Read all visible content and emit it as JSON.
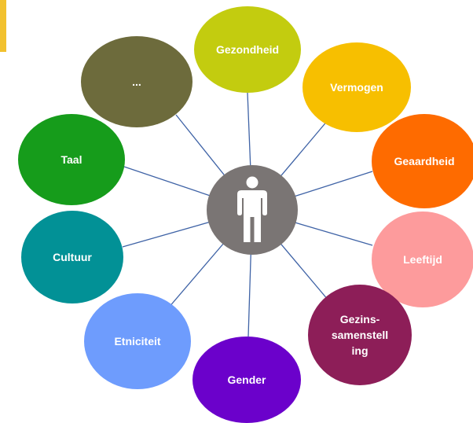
{
  "diagram": {
    "center": {
      "icon": "person-icon",
      "color": "#7a7574"
    },
    "accent_color": "#f2c12e",
    "connector_color": "#3f63a6",
    "nodes": [
      {
        "id": "gezondheid",
        "label": "Gezondheid",
        "color": "#c3cc0f"
      },
      {
        "id": "vermogen",
        "label": "Vermogen",
        "color": "#f7bf00"
      },
      {
        "id": "geaardheid",
        "label": "Geaardheid",
        "color": "#fe6b00"
      },
      {
        "id": "leeftijd",
        "label": "Leeftijd",
        "color": "#fd9b9c"
      },
      {
        "id": "gezins",
        "label_lines": [
          "Gezins-",
          "samenstell",
          "ing"
        ],
        "color": "#8d1e58"
      },
      {
        "id": "gender",
        "label": "Gender",
        "color": "#6b01cb"
      },
      {
        "id": "etniciteit",
        "label": "Etniciteit",
        "color": "#6e9cfd"
      },
      {
        "id": "cultuur",
        "label": "Cultuur",
        "color": "#029196"
      },
      {
        "id": "taal",
        "label": "Taal",
        "color": "#169c1b"
      },
      {
        "id": "ellipsis",
        "label": "...",
        "color": "#6d6b3c"
      }
    ]
  }
}
